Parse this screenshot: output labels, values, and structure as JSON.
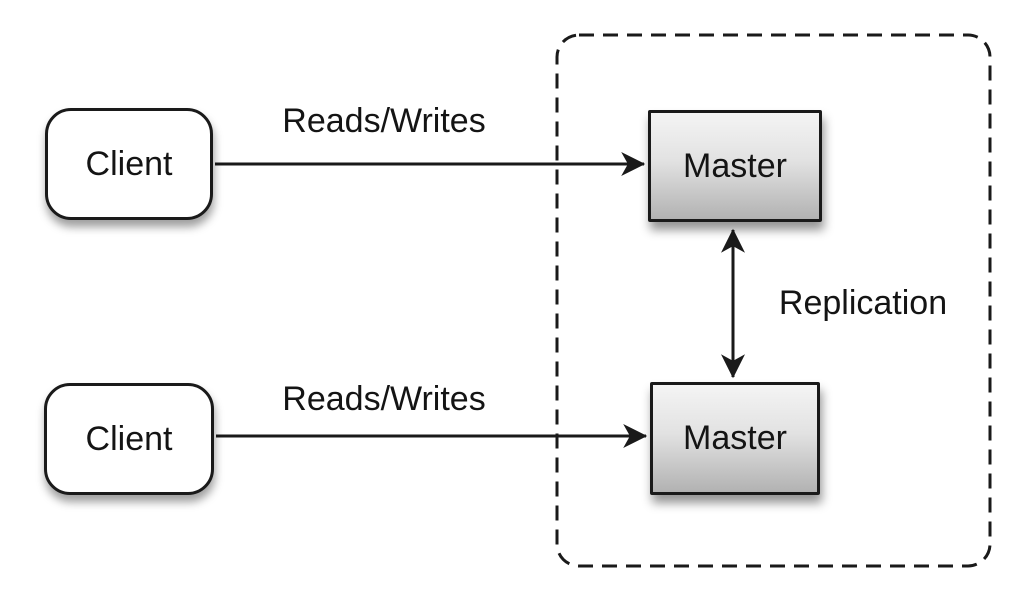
{
  "diagram": {
    "nodes": {
      "client_top": {
        "label": "Client"
      },
      "client_bottom": {
        "label": "Client"
      },
      "master_top": {
        "label": "Master"
      },
      "master_bottom": {
        "label": "Master"
      }
    },
    "edges": {
      "reads_writes_top": {
        "label": "Reads/Writes",
        "from": "client_top",
        "to": "master_top",
        "direction": "one-way"
      },
      "reads_writes_bottom": {
        "label": "Reads/Writes",
        "from": "client_bottom",
        "to": "master_bottom",
        "direction": "one-way"
      },
      "replication": {
        "label": "Replication",
        "from": "master_top",
        "to": "master_bottom",
        "direction": "two-way"
      }
    },
    "groups": {
      "replication_zone": {
        "style": "dashed-rounded-rectangle",
        "contains": [
          "master_top",
          "master_bottom"
        ]
      }
    },
    "colors": {
      "background": "#ffffff",
      "stroke": "#1a1a1a",
      "text": "#141414",
      "client_fill": "#ffffff",
      "master_gradient_top": "#f4f4f4",
      "master_gradient_bottom": "#b2b2b2"
    }
  }
}
